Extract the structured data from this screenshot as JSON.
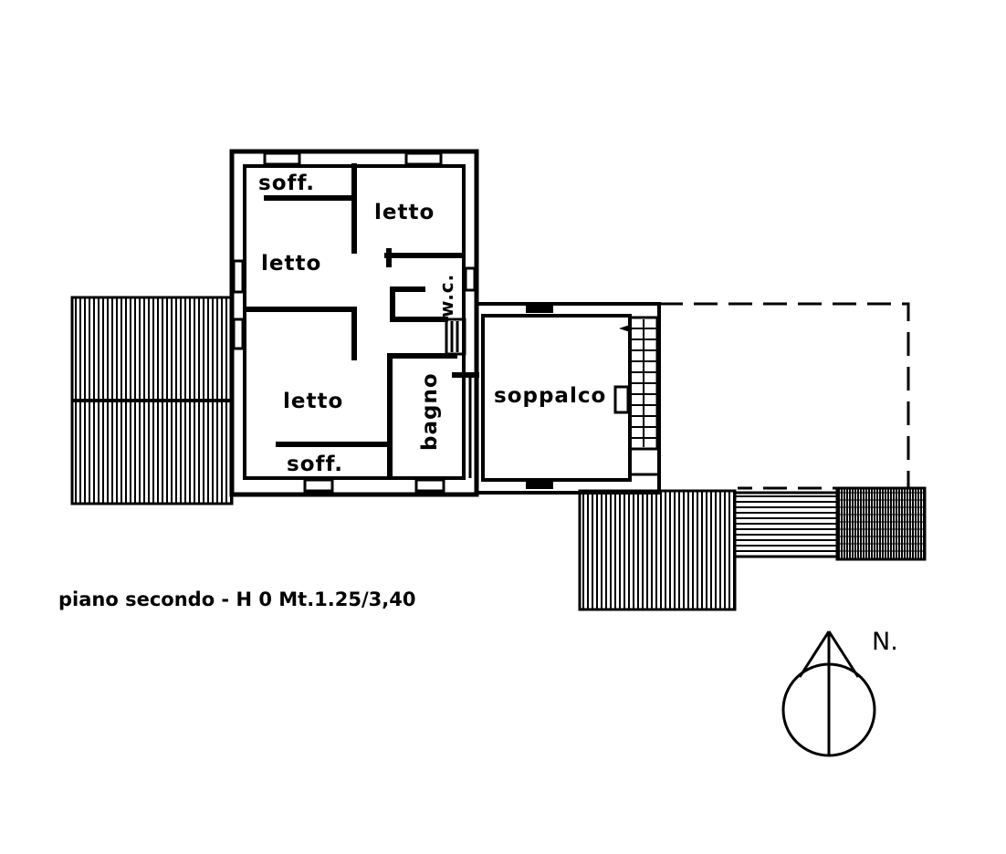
{
  "rooms": {
    "soff_top": "soff.",
    "letto_upper_right": "letto",
    "letto_upper_left": "letto",
    "wc": "w.c.",
    "letto_lower": "letto",
    "bagno": "bagno",
    "soff_bottom": "soff.",
    "soppalco": "soppalco"
  },
  "caption": "piano secondo - H 0 Mt.1.25/3,40",
  "north_label": "N."
}
